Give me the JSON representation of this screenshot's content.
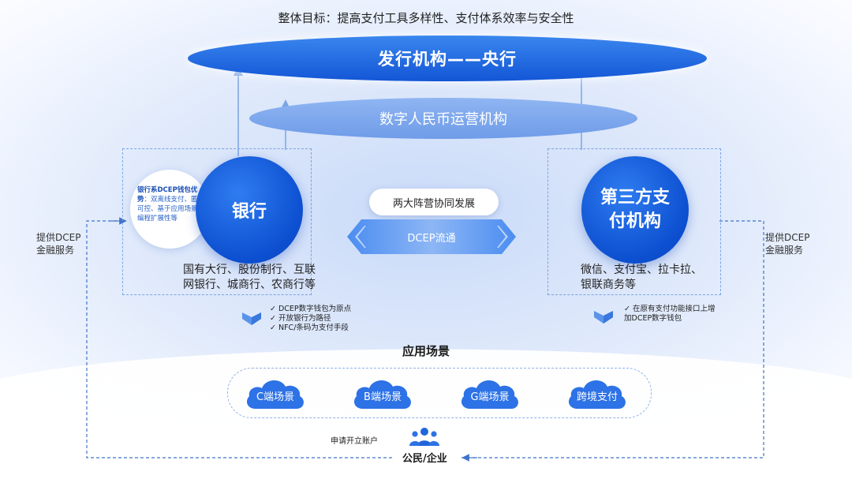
{
  "goal": "整体目标：提高支付工具多样性、支付体系效率与安全性",
  "issuer": "发行机构——央行",
  "operator": "数字人民币运营机构",
  "bank": {
    "name": "银行",
    "adv_title": "银行系DCEP钱包优势",
    "adv_text": "：双离线支付、匿名可控、基于应用场景的编程扩展性等",
    "institutions_line1": "国有大行、股份制行、互联",
    "institutions_line2": "网银行、城商行、农商行等",
    "checks": [
      "DCEP数字钱包为原点",
      "开放银行为路径",
      "NFC/条码为支付手段"
    ]
  },
  "third_party": {
    "name_line1": "第三方支",
    "name_line2": "付机构",
    "institutions_line1": "微信、支付宝、拉卡拉、",
    "institutions_line2": "银联商务等",
    "checks": [
      "在原有支付功能接口上增",
      "加DCEP数字钱包"
    ]
  },
  "center": {
    "pill": "两大阵营协同发展",
    "flow": "DCEP流通"
  },
  "left_label": [
    "提供DCEP",
    "金融服务"
  ],
  "right_label": [
    "提供DCEP",
    "金融服务"
  ],
  "apps": {
    "title": "应用场景",
    "items": [
      "C端场景",
      "B端场景",
      "G端场景",
      "跨境支付"
    ]
  },
  "open_account": "申请开立账户",
  "users": "公民/企业",
  "colors": {
    "primary": "#1356d6",
    "accent_light": "#6f9ce8",
    "dash": "#7aa5e4"
  }
}
